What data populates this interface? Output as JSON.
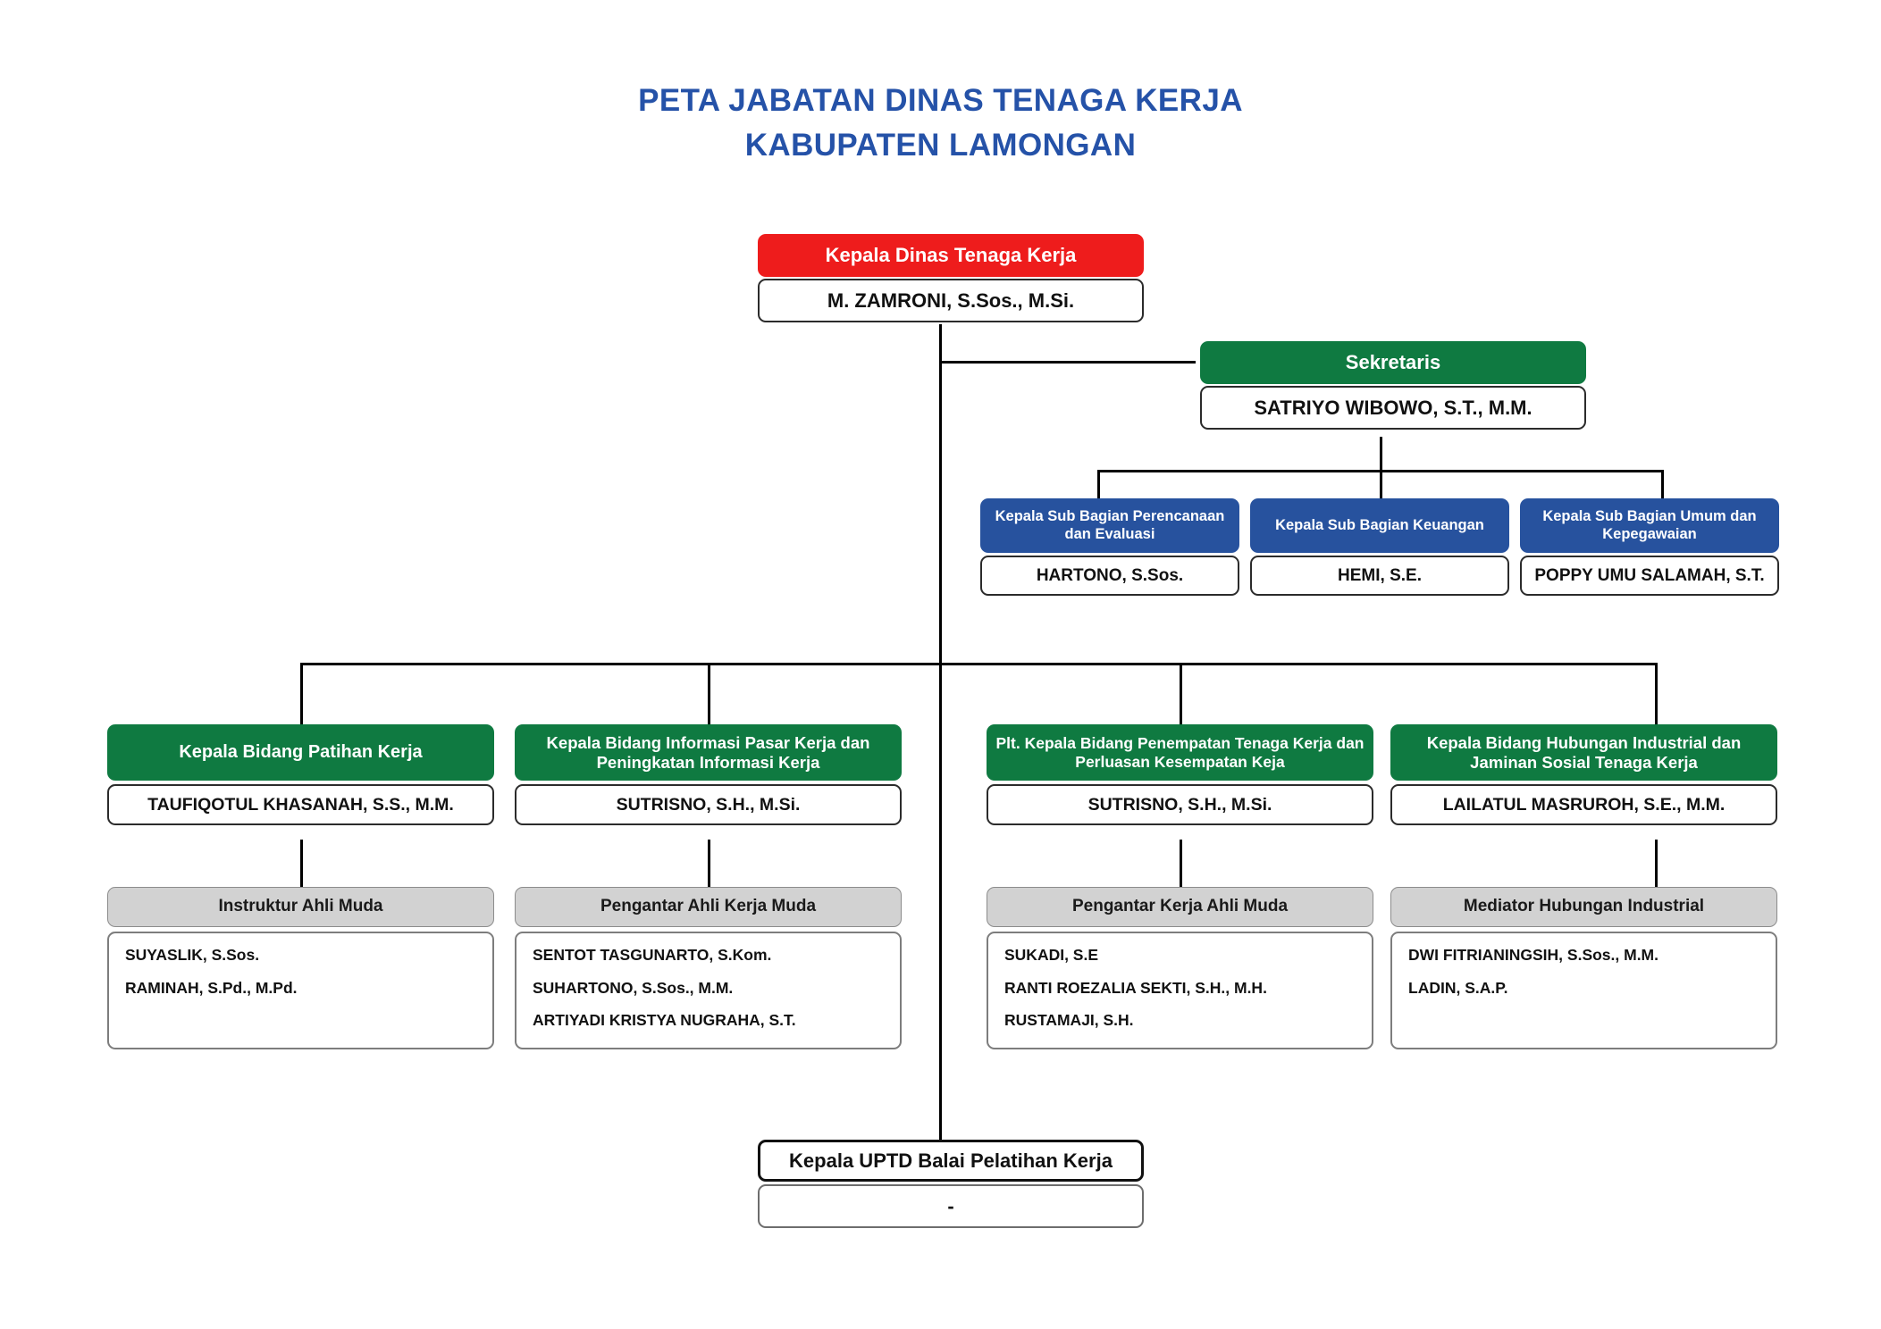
{
  "title": {
    "line1": "PETA JABATAN DINAS TENAGA KERJA",
    "line2": "KABUPATEN LAMONGAN",
    "color": "#2552a8"
  },
  "colors": {
    "head_red": "#ee1c1c",
    "secretary_green": "#0f7a41",
    "subbagian_blue": "#27529e",
    "bidang_green": "#0f7a41",
    "functional_gray": "#d2d2d2",
    "box_border": "#2b2b2b",
    "connector": "#000000"
  },
  "head": {
    "title": "Kepala Dinas Tenaga Kerja",
    "name": "M. ZAMRONI, S.Sos., M.Si."
  },
  "secretary": {
    "title": "Sekretaris",
    "name": "SATRIYO WIBOWO, S.T., M.M."
  },
  "subbagian": [
    {
      "title": "Kepala Sub Bagian Perencanaan dan Evaluasi",
      "name": "HARTONO, S.Sos."
    },
    {
      "title": "Kepala Sub Bagian Keuangan",
      "name": "HEMI, S.E."
    },
    {
      "title": "Kepala Sub Bagian Umum dan Kepegawaian",
      "name": "POPPY UMU SALAMAH, S.T."
    }
  ],
  "bidang": [
    {
      "title": "Kepala Bidang Patihan Kerja",
      "name": "TAUFIQOTUL KHASANAH, S.S., M.M.",
      "functional_title": "Instruktur Ahli Muda",
      "staff": [
        "SUYASLIK, S.Sos.",
        "RAMINAH, S.Pd., M.Pd."
      ]
    },
    {
      "title": "Kepala Bidang Informasi Pasar Kerja dan Peningkatan Informasi Kerja",
      "name": "SUTRISNO, S.H., M.Si.",
      "functional_title": "Pengantar Ahli Kerja Muda",
      "staff": [
        "SENTOT TASGUNARTO, S.Kom.",
        "SUHARTONO, S.Sos., M.M.",
        "ARTIYADI KRISTYA NUGRAHA, S.T."
      ]
    },
    {
      "title": "Plt. Kepala Bidang Penempatan Tenaga Kerja dan Perluasan Kesempatan Keja",
      "name": "SUTRISNO, S.H., M.Si.",
      "functional_title": "Pengantar Kerja Ahli Muda",
      "staff": [
        "SUKADI, S.E",
        "RANTI ROEZALIA SEKTI, S.H., M.H.",
        "RUSTAMAJI, S.H."
      ]
    },
    {
      "title": "Kepala Bidang Hubungan Industrial dan Jaminan Sosial Tenaga Kerja",
      "name": "LAILATUL MASRUROH, S.E., M.M.",
      "functional_title": "Mediator Hubungan Industrial",
      "staff": [
        "DWI FITRIANINGSIH, S.Sos., M.M.",
        "LADIN, S.A.P."
      ]
    }
  ],
  "uptd": {
    "title": "Kepala UPTD Balai Pelatihan Kerja",
    "name": "-"
  }
}
